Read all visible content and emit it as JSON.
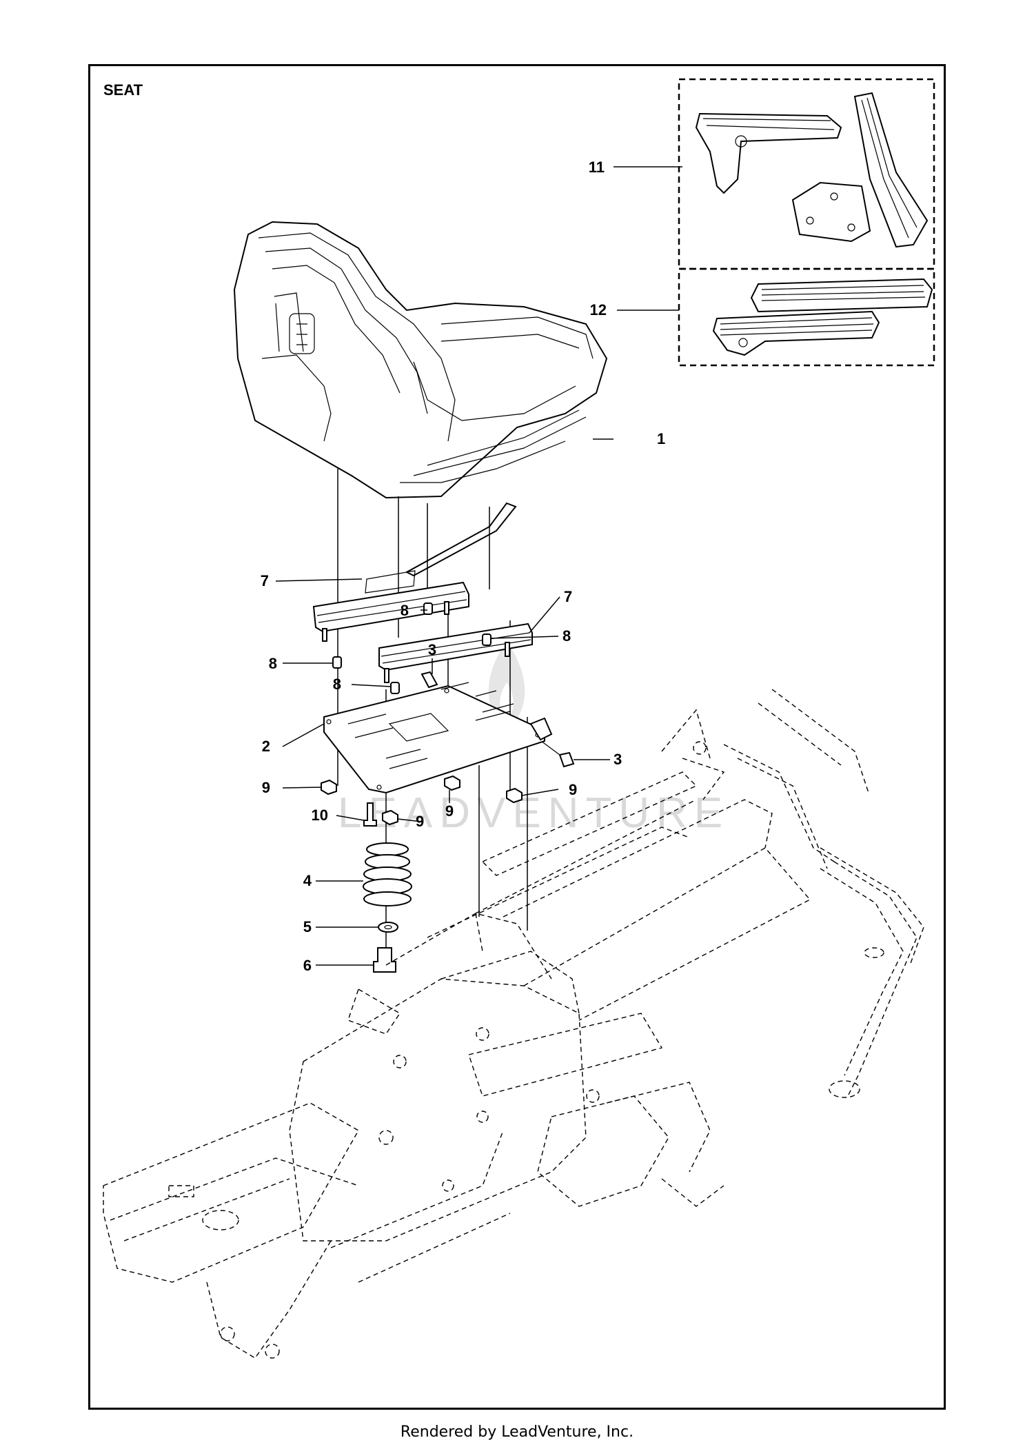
{
  "title": "SEAT",
  "footer": "Rendered by LeadVenture, Inc.",
  "watermark": "LEADVENTURE",
  "callouts": [
    {
      "id": "11",
      "label": "11"
    },
    {
      "id": "12",
      "label": "12"
    },
    {
      "id": "1",
      "label": "1"
    },
    {
      "id": "7a",
      "label": "7"
    },
    {
      "id": "7b",
      "label": "7"
    },
    {
      "id": "8a",
      "label": "8"
    },
    {
      "id": "8b",
      "label": "8"
    },
    {
      "id": "8c",
      "label": "8"
    },
    {
      "id": "8d",
      "label": "8"
    },
    {
      "id": "3a",
      "label": "3"
    },
    {
      "id": "3b",
      "label": "3"
    },
    {
      "id": "2",
      "label": "2"
    },
    {
      "id": "9a",
      "label": "9"
    },
    {
      "id": "9b",
      "label": "9"
    },
    {
      "id": "9c",
      "label": "9"
    },
    {
      "id": "9d",
      "label": "9"
    },
    {
      "id": "10",
      "label": "10"
    },
    {
      "id": "4",
      "label": "4"
    },
    {
      "id": "5",
      "label": "5"
    },
    {
      "id": "6",
      "label": "6"
    }
  ]
}
